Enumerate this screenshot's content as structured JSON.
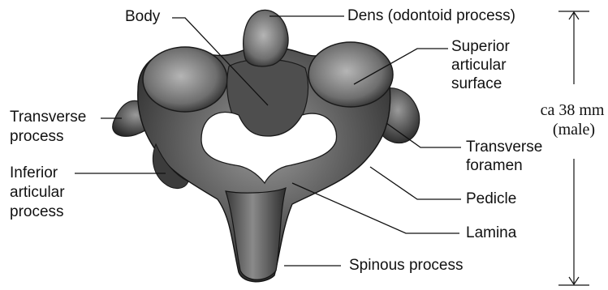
{
  "labels": {
    "body": "Body",
    "dens": "Dens (odontoid process)",
    "superior_articular_surface": [
      "Superior",
      "articular",
      "surface"
    ],
    "transverse_process": [
      "Transverse",
      "process"
    ],
    "inferior_articular_process": [
      "Inferior",
      "articular",
      "process"
    ],
    "transverse_foramen": [
      "Transverse",
      "foramen"
    ],
    "pedicle": "Pedicle",
    "lamina": "Lamina",
    "spinous_process": "Spinous process"
  },
  "measurement": {
    "value": "ca 38 mm",
    "note": "(male)"
  }
}
